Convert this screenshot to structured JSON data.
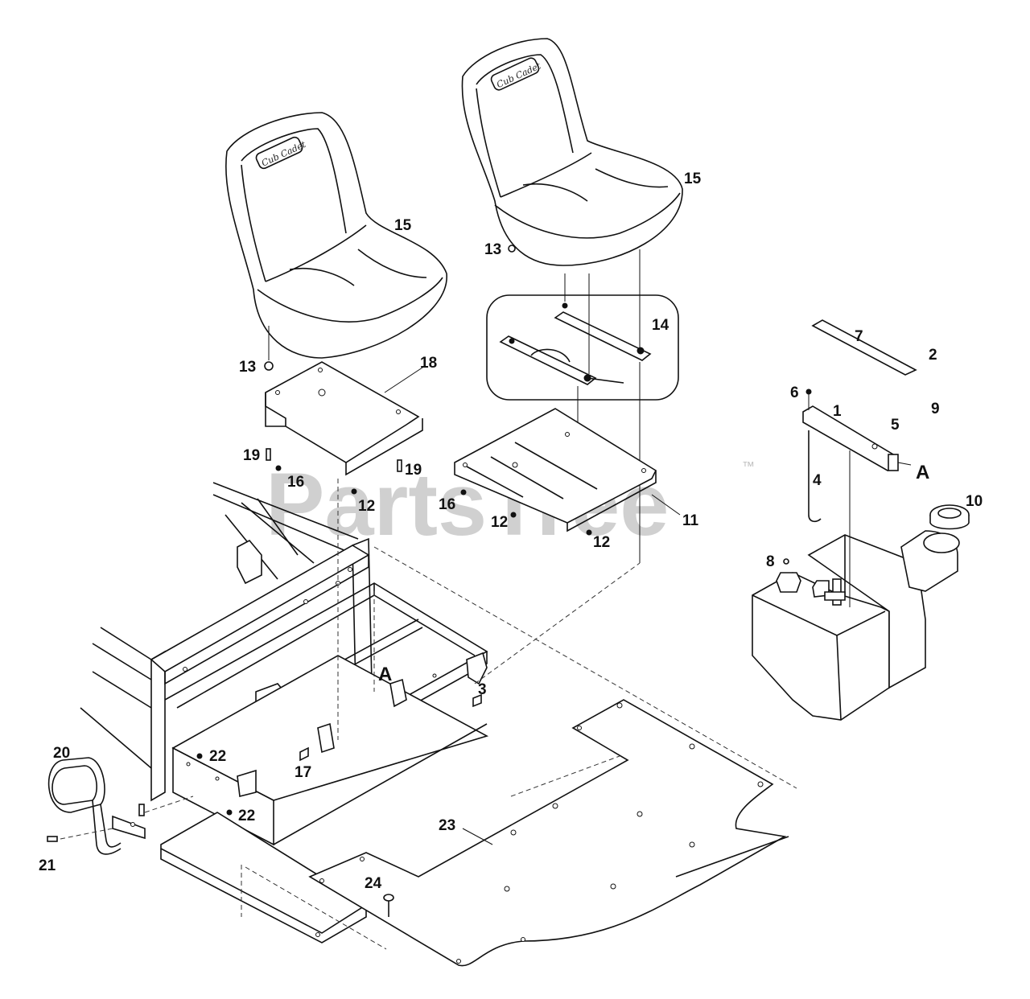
{
  "watermark": {
    "text": "PartsTree",
    "trademark": "™"
  },
  "logo_text": "Cub Cadet",
  "callouts": [
    {
      "id": "c15a",
      "label": "15"
    },
    {
      "id": "c15b",
      "label": "15"
    },
    {
      "id": "c13a",
      "label": "13"
    },
    {
      "id": "c13b",
      "label": "13"
    },
    {
      "id": "c14",
      "label": "14"
    },
    {
      "id": "c18",
      "label": "18"
    },
    {
      "id": "c19a",
      "label": "19"
    },
    {
      "id": "c19b",
      "label": "19"
    },
    {
      "id": "c16a",
      "label": "16"
    },
    {
      "id": "c16b",
      "label": "16"
    },
    {
      "id": "c12a",
      "label": "12"
    },
    {
      "id": "c12b",
      "label": "12"
    },
    {
      "id": "c12c",
      "label": "12"
    },
    {
      "id": "c11",
      "label": "11"
    },
    {
      "id": "c7",
      "label": "7"
    },
    {
      "id": "c6",
      "label": "6"
    },
    {
      "id": "c1",
      "label": "1"
    },
    {
      "id": "c5",
      "label": "5"
    },
    {
      "id": "c9",
      "label": "9"
    },
    {
      "id": "c4",
      "label": "4"
    },
    {
      "id": "c10",
      "label": "10"
    },
    {
      "id": "c8",
      "label": "8"
    },
    {
      "id": "c2",
      "label": "2"
    },
    {
      "id": "c3",
      "label": "3"
    },
    {
      "id": "c17",
      "label": "17"
    },
    {
      "id": "c20",
      "label": "20"
    },
    {
      "id": "c22a",
      "label": "22"
    },
    {
      "id": "c22b",
      "label": "22"
    },
    {
      "id": "c21",
      "label": "21"
    },
    {
      "id": "c23",
      "label": "23"
    },
    {
      "id": "c24",
      "label": "24"
    }
  ],
  "reference_marks": [
    {
      "id": "refA1",
      "label": "A"
    },
    {
      "id": "refA2",
      "label": "A"
    }
  ]
}
